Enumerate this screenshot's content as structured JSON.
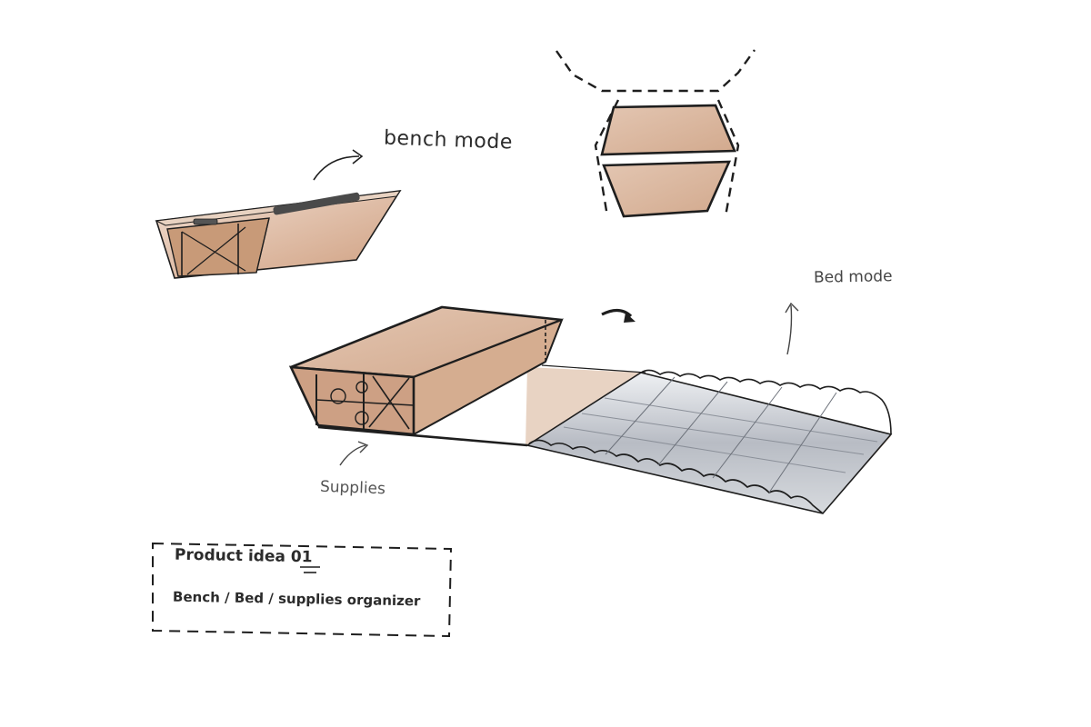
{
  "labels": {
    "bench_mode": "bench mode",
    "bed_mode": "Bed mode",
    "supplies": "Supplies"
  },
  "idea_box": {
    "title": "Product idea 01",
    "subtitle": "Bench / Bed / supplies organizer"
  },
  "colors": {
    "wood_light": "#e9d3c3",
    "wood_mid": "#d4aa8c",
    "wood_dark": "#b98a6a",
    "cushion": "#c9ccd2",
    "ink": "#1e1e1e"
  }
}
